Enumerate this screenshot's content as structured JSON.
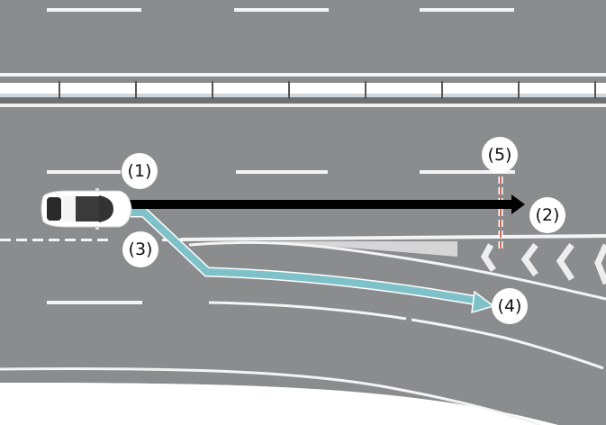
{
  "colors": {
    "asphalt": "#8a8c8e",
    "asphalt_dark": "#7e8082",
    "lane_marking": "#f4f4f4",
    "guardrail": "#ffffff",
    "ego_path": "#000000",
    "exit_path": "#7fc1c9",
    "boundary_line": "#c0392b"
  },
  "labels": {
    "l1": "(1)",
    "l2": "(2)",
    "l3": "(3)",
    "l4": "(4)",
    "l5": "(5)"
  },
  "elements": {
    "vehicle": "ego-vehicle-top-view",
    "path_straight": "straight-ahead-arrow",
    "path_exit": "exit-lane-arrow",
    "boundary": "dashed-boundary-line"
  }
}
